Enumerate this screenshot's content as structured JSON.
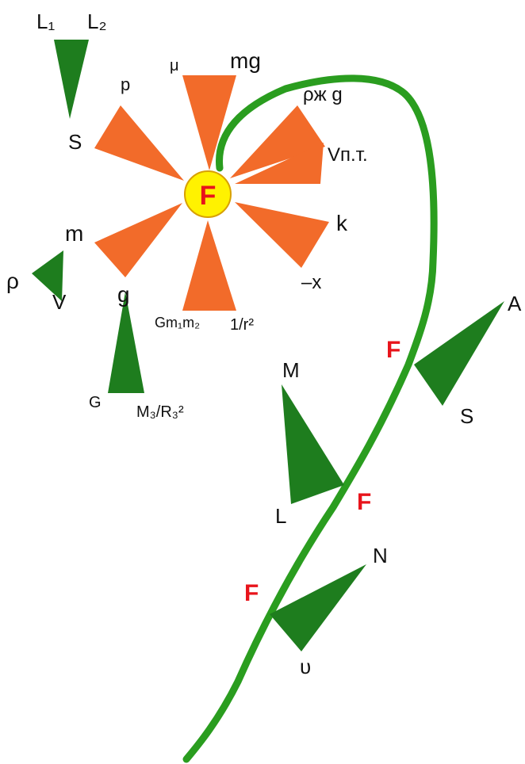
{
  "colors": {
    "petal": "#F26B2A",
    "leaf": "#1E7D1E",
    "stem": "#2A9D1F",
    "center_fill": "#FFF200",
    "center_stroke": "#D8A000",
    "force": "#E8141B",
    "label": "#111111"
  },
  "center": {
    "label": "F"
  },
  "petals": [
    {
      "id": "mu-mg",
      "labels": [
        "μ",
        "mg"
      ]
    },
    {
      "id": "rho-g",
      "labels": [
        "ρж g"
      ]
    },
    {
      "id": "vpt",
      "labels": [
        "Vп.т."
      ]
    },
    {
      "id": "k-x",
      "labels": [
        "k",
        "–x"
      ]
    },
    {
      "id": "gm1m2-r2",
      "labels": [
        "Gm₁m₂",
        "1/r²"
      ]
    },
    {
      "id": "m-g",
      "labels": [
        "m",
        "g"
      ]
    },
    {
      "id": "p-s",
      "labels": [
        "p",
        "S"
      ]
    }
  ],
  "leaves": [
    {
      "id": "l1-l2-s",
      "labels": [
        "L₁",
        "L₂",
        "S"
      ]
    },
    {
      "id": "rho-v-m",
      "labels": [
        "ρ",
        "V"
      ]
    },
    {
      "id": "g-m3-r3",
      "labels": [
        "G",
        "M₃/R₃²"
      ]
    },
    {
      "id": "a-s",
      "labels": [
        "A",
        "S"
      ]
    },
    {
      "id": "m-l",
      "labels": [
        "M",
        "L"
      ]
    },
    {
      "id": "n-v",
      "labels": [
        "N",
        "υ"
      ]
    }
  ],
  "stem_forces": [
    "F",
    "F",
    "F"
  ]
}
